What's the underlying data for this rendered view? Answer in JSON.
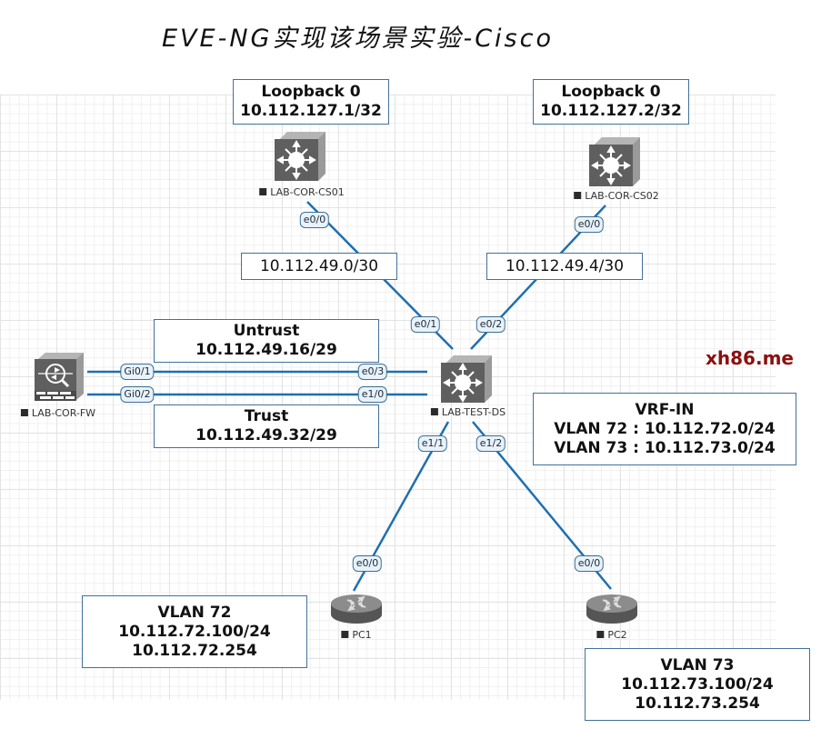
{
  "title": "EVE-NG实现该场景实验-Cisco",
  "watermark": "xh86.me",
  "colors": {
    "link": "#1f6fb0",
    "box_border": "#41719c",
    "port_fill": "#e8f2fb",
    "device_gray": "#5f5f5f",
    "watermark": "#8b1010"
  },
  "nodes": {
    "cs01": {
      "name": "LAB-COR-CS01",
      "type": "multilayer-switch"
    },
    "cs02": {
      "name": "LAB-COR-CS02",
      "type": "multilayer-switch"
    },
    "ds": {
      "name": "LAB-TEST-DS",
      "type": "multilayer-switch"
    },
    "fw": {
      "name": "LAB-COR-FW",
      "type": "firewall"
    },
    "pc1": {
      "name": "PC1",
      "type": "router"
    },
    "pc2": {
      "name": "PC2",
      "type": "router"
    }
  },
  "ports": {
    "cs01_e00": "e0/0",
    "cs02_e00": "e0/0",
    "ds_e01": "e0/1",
    "ds_e02": "e0/2",
    "ds_e03": "e0/3",
    "ds_e10": "e1/0",
    "ds_e11": "e1/1",
    "ds_e12": "e1/2",
    "fw_gi01": "Gi0/1",
    "fw_gi02": "Gi0/2",
    "pc1_e00": "e0/0",
    "pc2_e00": "e0/0"
  },
  "boxes": {
    "lo_cs01": [
      "Loopback 0",
      "10.112.127.1/32"
    ],
    "lo_cs02": [
      "Loopback 0",
      "10.112.127.2/32"
    ],
    "net_cs01": [
      "10.112.49.0/30"
    ],
    "net_cs02": [
      "10.112.49.4/30"
    ],
    "untrust": [
      "Untrust",
      "10.112.49.16/29"
    ],
    "trust": [
      "Trust",
      "10.112.49.32/29"
    ],
    "vrf": [
      "VRF-IN",
      "VLAN 72 : 10.112.72.0/24",
      "VLAN 73 : 10.112.73.0/24"
    ],
    "vlan72": [
      "VLAN 72",
      "10.112.72.100/24",
      "10.112.72.254"
    ],
    "vlan73": [
      "VLAN 73",
      "10.112.73.100/24",
      "10.112.73.254"
    ]
  }
}
